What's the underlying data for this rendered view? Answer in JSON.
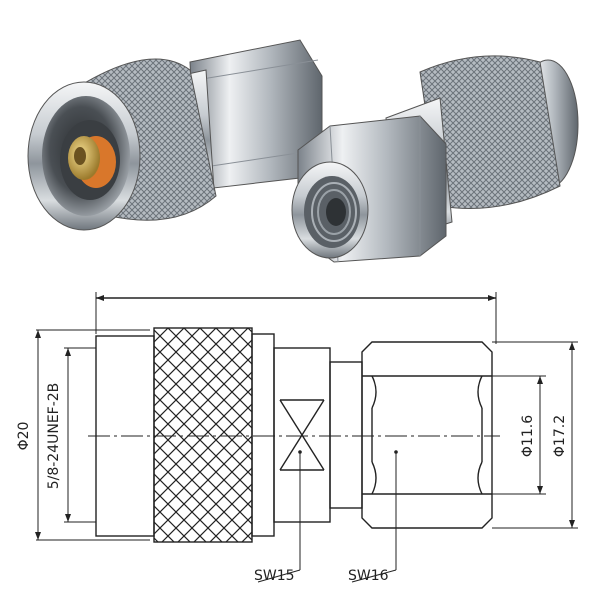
{
  "dimensions": {
    "outer_diameter": "Φ20",
    "thread_spec": "5/8-24UNEF-2B",
    "inner_diameter": "Φ11.6",
    "hex_diameter": "Φ17.2",
    "wrench_size_1": "SW15",
    "wrench_size_2": "SW16"
  },
  "colors": {
    "metal_light": "#e9ecef",
    "metal_mid": "#b9bec4",
    "metal_dark": "#5c636b",
    "pin_gold": "#c9a24a",
    "insulator_orange": "#d9772b",
    "line": "#222222"
  }
}
